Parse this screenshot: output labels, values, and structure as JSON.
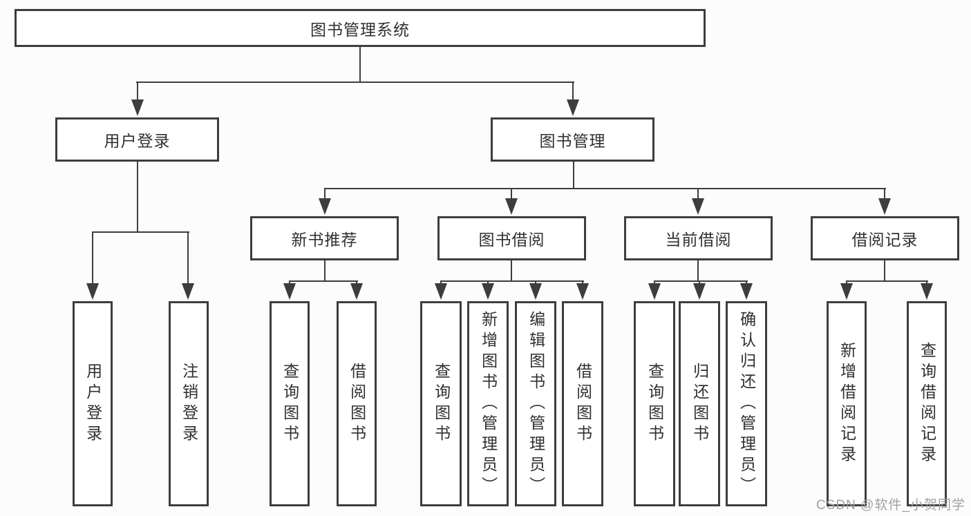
{
  "nodes": {
    "root": {
      "label": "图书管理系统"
    },
    "user_login_branch": {
      "label": "用户登录",
      "children": [
        {
          "label": "用户登录"
        },
        {
          "label": "注销登录"
        }
      ]
    },
    "book_mgmt_branch": {
      "label": "图书管理",
      "groups": [
        {
          "label": "新书推荐",
          "children": [
            {
              "label": "查询图书"
            },
            {
              "label": "借阅图书"
            }
          ]
        },
        {
          "label": "图书借阅",
          "children": [
            {
              "label": "查询图书"
            },
            {
              "label": "新增图书（管理员）"
            },
            {
              "label": "编辑图书（管理员）"
            },
            {
              "label": "借阅图书"
            }
          ]
        },
        {
          "label": "当前借阅",
          "children": [
            {
              "label": "查询图书"
            },
            {
              "label": "归还图书"
            },
            {
              "label": "确认归还（管理员）"
            }
          ]
        },
        {
          "label": "借阅记录",
          "children": [
            {
              "label": "新增借阅记录"
            },
            {
              "label": "查询借阅记录"
            }
          ]
        }
      ]
    }
  },
  "watermark": {
    "text": "CSDN @软件_小贺同学"
  },
  "colors": {
    "line": "#3d3d3d",
    "text": "#303030",
    "box_fill": "#ffffff",
    "background": "#fcfcfc",
    "watermark": "#a0a0a0"
  }
}
